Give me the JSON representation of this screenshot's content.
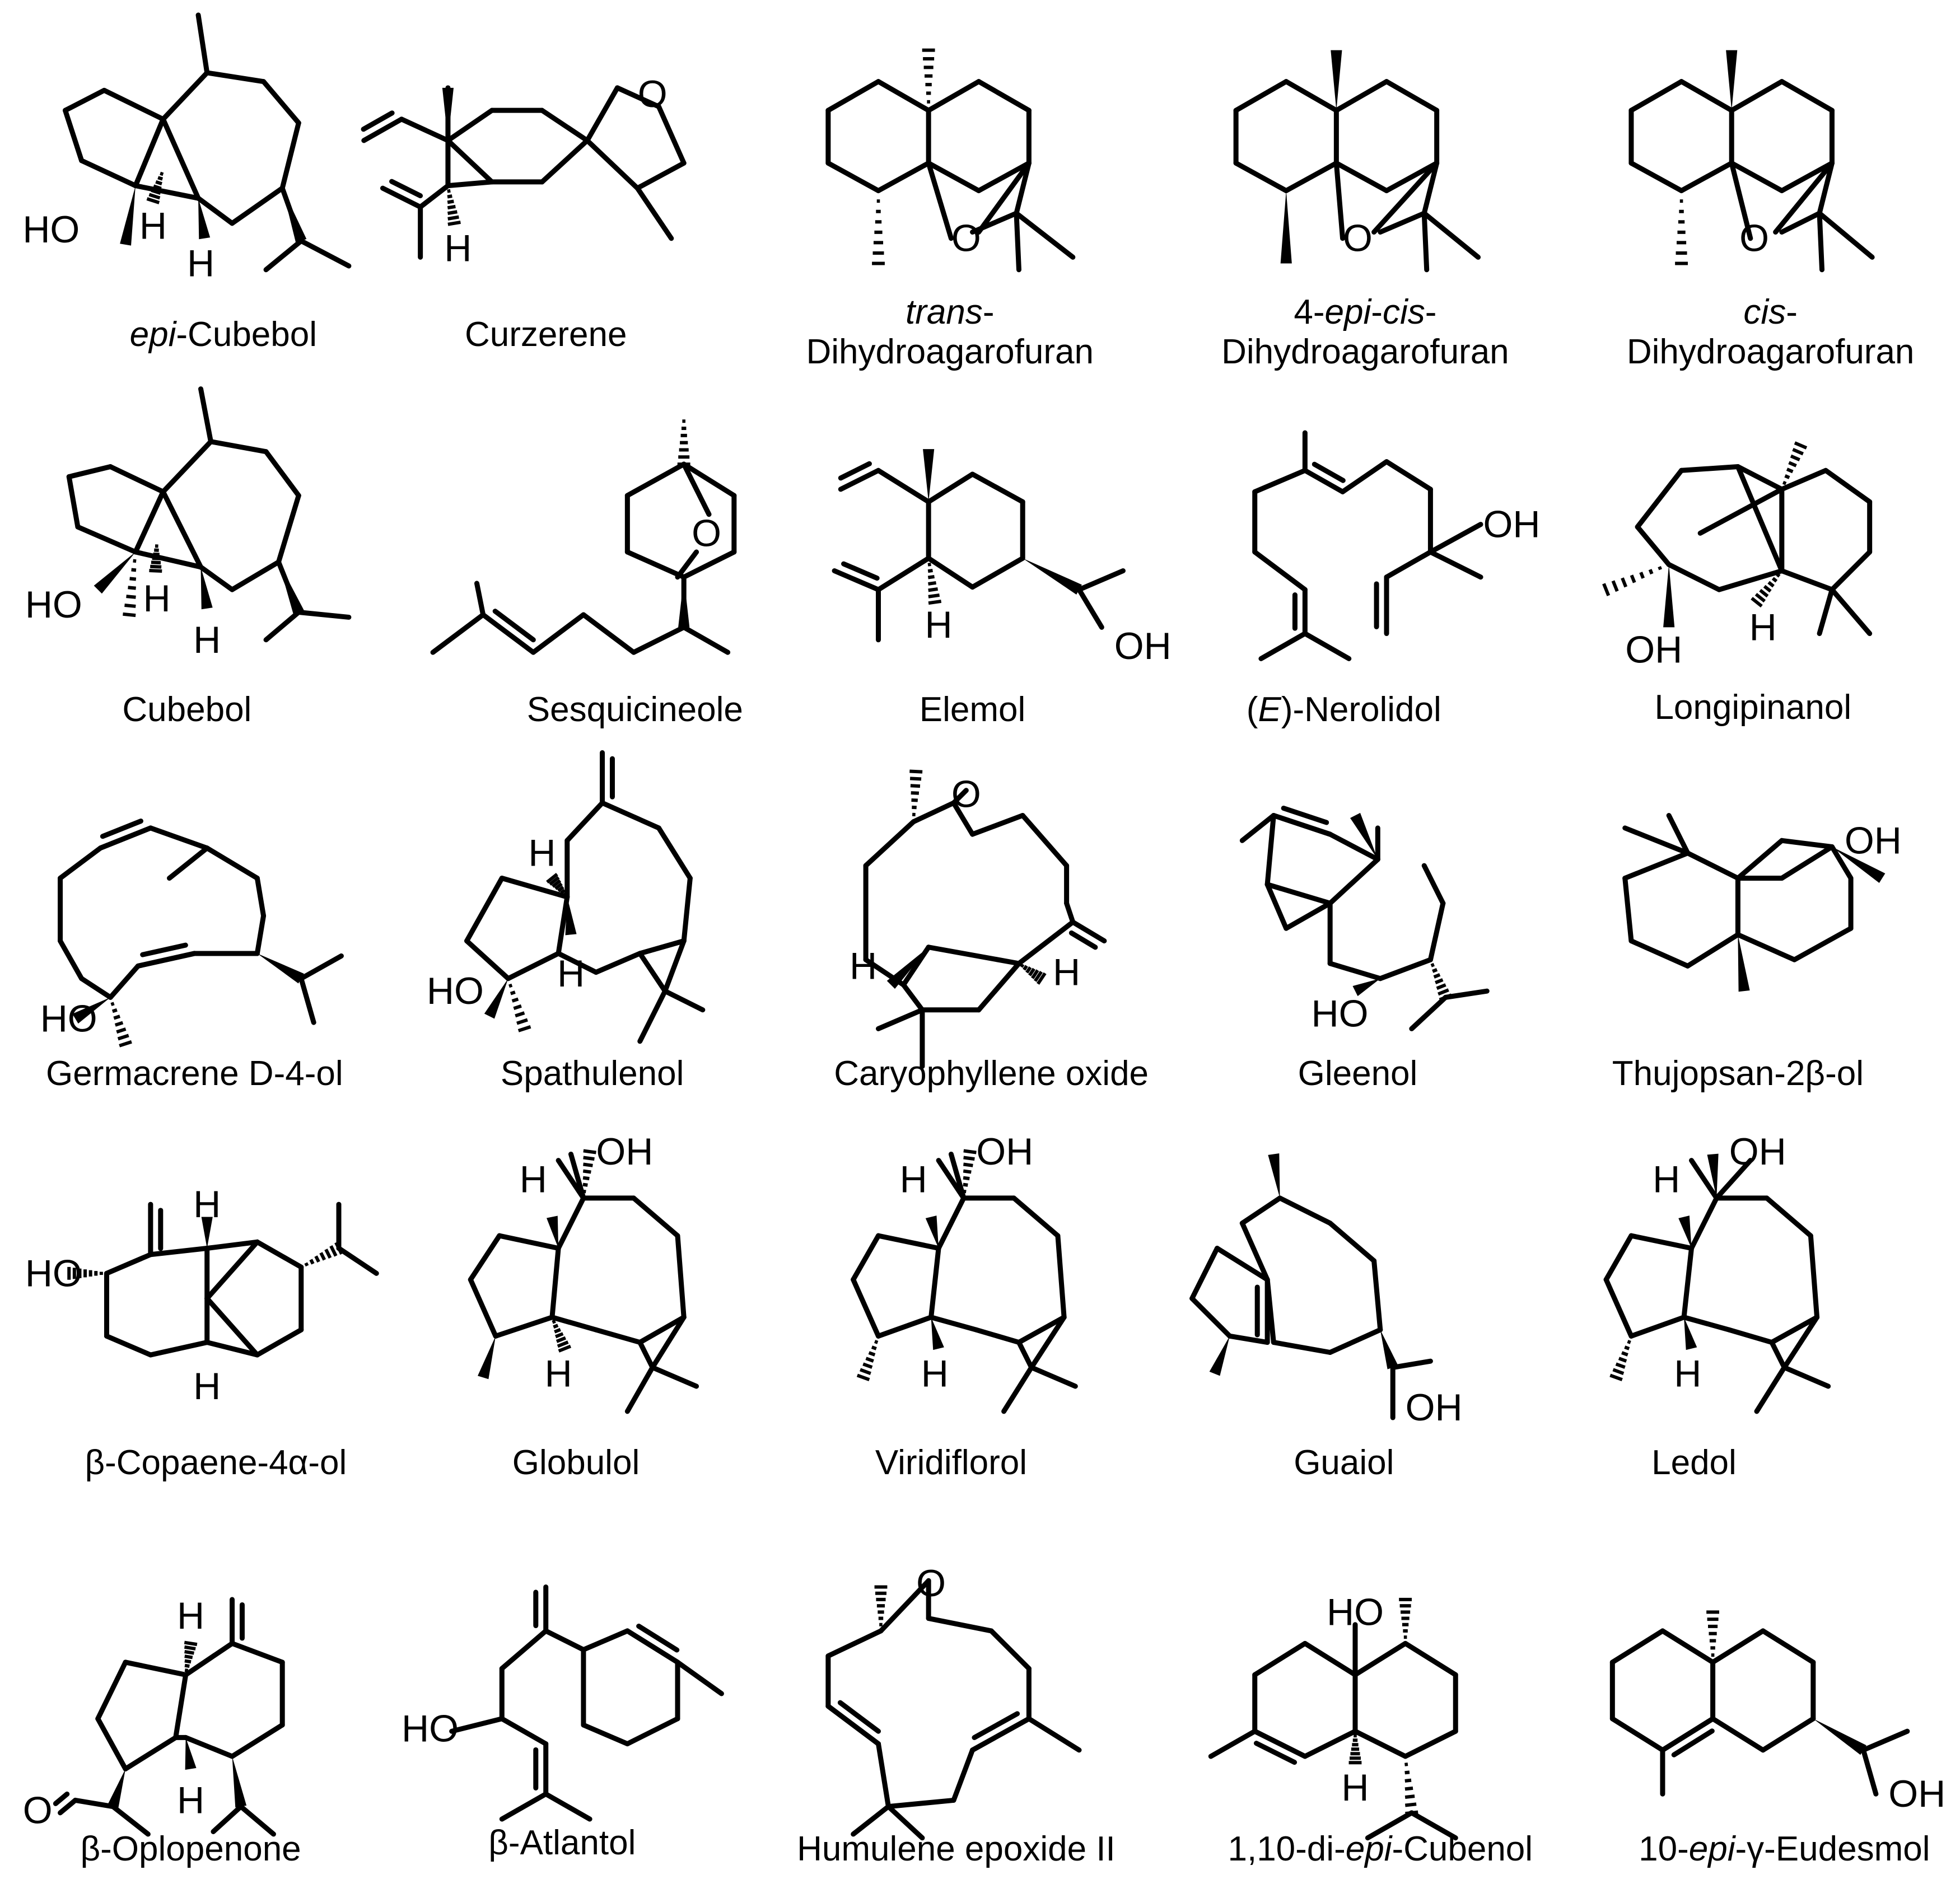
{
  "atom_labels": {
    "HO": "HO",
    "OH": "OH",
    "H": "H",
    "O": "O"
  },
  "compounds": [
    {
      "name": "epi-Cubebol",
      "parts": [
        {
          "t": "epi",
          "i": true
        },
        {
          "t": "-Cubebol"
        }
      ]
    },
    {
      "name": "Curzerene",
      "parts": [
        {
          "t": "Curzerene"
        }
      ]
    },
    {
      "name": "trans-Dihydroagarofuran",
      "parts": [
        {
          "t": "trans",
          "i": true
        },
        {
          "t": "-"
        },
        {
          "br": true
        },
        {
          "t": "Dihydroagarofuran"
        }
      ]
    },
    {
      "name": "4-epi-cis-Dihydroagarofuran",
      "parts": [
        {
          "t": "4-"
        },
        {
          "t": "epi",
          "i": true
        },
        {
          "t": "-"
        },
        {
          "t": "cis",
          "i": true
        },
        {
          "t": "-"
        },
        {
          "br": true
        },
        {
          "t": "Dihydroagarofuran"
        }
      ]
    },
    {
      "name": "cis-Dihydroagarofuran",
      "parts": [
        {
          "t": "cis",
          "i": true
        },
        {
          "t": "-"
        },
        {
          "br": true
        },
        {
          "t": "Dihydroagarofuran"
        }
      ]
    },
    {
      "name": "Cubebol",
      "parts": [
        {
          "t": "Cubebol"
        }
      ]
    },
    {
      "name": "Sesquicineole",
      "parts": [
        {
          "t": "Sesquicineole"
        }
      ]
    },
    {
      "name": "Elemol",
      "parts": [
        {
          "t": "Elemol"
        }
      ]
    },
    {
      "name": "(E)-Nerolidol",
      "parts": [
        {
          "t": "("
        },
        {
          "t": "E",
          "i": true
        },
        {
          "t": ")-Nerolidol"
        }
      ]
    },
    {
      "name": "Longipinanol",
      "parts": [
        {
          "t": "Longipinanol"
        }
      ]
    },
    {
      "name": "Germacrene D-4-ol",
      "parts": [
        {
          "t": "Germacrene D-4-ol"
        }
      ]
    },
    {
      "name": "Spathulenol",
      "parts": [
        {
          "t": "Spathulenol"
        }
      ]
    },
    {
      "name": "Caryophyllene oxide",
      "parts": [
        {
          "t": "Caryophyllene oxide"
        }
      ]
    },
    {
      "name": "Gleenol",
      "parts": [
        {
          "t": "Gleenol"
        }
      ]
    },
    {
      "name": "Thujopsan-2β-ol",
      "parts": [
        {
          "t": "Thujopsan-2β-ol"
        }
      ]
    },
    {
      "name": "β-Copaene-4α-ol",
      "parts": [
        {
          "t": "β-Copaene-4α-ol"
        }
      ]
    },
    {
      "name": "Globulol",
      "parts": [
        {
          "t": "Globulol"
        }
      ]
    },
    {
      "name": "Viridiflorol",
      "parts": [
        {
          "t": "Viridiflorol"
        }
      ]
    },
    {
      "name": "Guaiol",
      "parts": [
        {
          "t": "Guaiol"
        }
      ]
    },
    {
      "name": "Ledol",
      "parts": [
        {
          "t": "Ledol"
        }
      ]
    },
    {
      "name": "β-Oplopenone",
      "parts": [
        {
          "t": "β-Oplopenone"
        }
      ]
    },
    {
      "name": "β-Atlantol",
      "parts": [
        {
          "t": "β-Atlantol"
        }
      ]
    },
    {
      "name": "Humulene epoxide II",
      "parts": [
        {
          "t": "Humulene epoxide II"
        }
      ]
    },
    {
      "name": "1,10-di-epi-Cubenol",
      "parts": [
        {
          "t": "1,10-di-"
        },
        {
          "t": "epi",
          "i": true
        },
        {
          "t": "-Cubenol"
        }
      ]
    },
    {
      "name": "10-epi-γ-Eudesmol",
      "parts": [
        {
          "t": "10-"
        },
        {
          "t": "epi",
          "i": true
        },
        {
          "t": "-γ-Eudesmol"
        }
      ]
    }
  ]
}
